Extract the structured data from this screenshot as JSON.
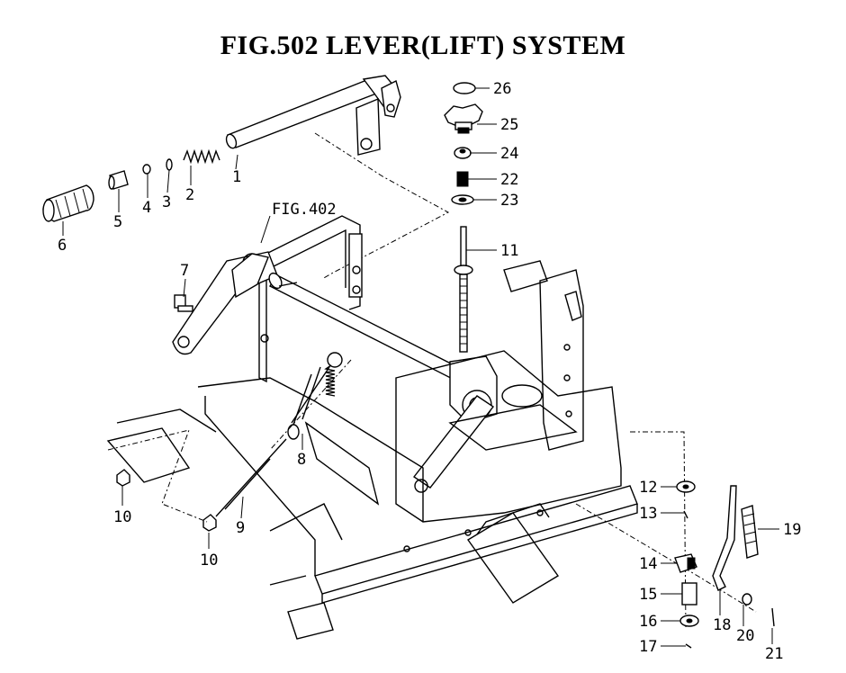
{
  "title": "FIG.502  LEVER(LIFT) SYSTEM",
  "reference": "FIG.402",
  "callouts": [
    {
      "id": "c1",
      "label": "1"
    },
    {
      "id": "c2",
      "label": "2"
    },
    {
      "id": "c3",
      "label": "3"
    },
    {
      "id": "c4",
      "label": "4"
    },
    {
      "id": "c5",
      "label": "5"
    },
    {
      "id": "c6",
      "label": "6"
    },
    {
      "id": "c7",
      "label": "7"
    },
    {
      "id": "c8",
      "label": "8"
    },
    {
      "id": "c9",
      "label": "9"
    },
    {
      "id": "c10a",
      "label": "10"
    },
    {
      "id": "c10b",
      "label": "10"
    },
    {
      "id": "c11",
      "label": "11"
    },
    {
      "id": "c12",
      "label": "12"
    },
    {
      "id": "c13",
      "label": "13"
    },
    {
      "id": "c14",
      "label": "14"
    },
    {
      "id": "c15",
      "label": "15"
    },
    {
      "id": "c16",
      "label": "16"
    },
    {
      "id": "c17",
      "label": "17"
    },
    {
      "id": "c18",
      "label": "18"
    },
    {
      "id": "c19",
      "label": "19"
    },
    {
      "id": "c20",
      "label": "20"
    },
    {
      "id": "c21",
      "label": "21"
    },
    {
      "id": "c22",
      "label": "22"
    },
    {
      "id": "c23",
      "label": "23"
    },
    {
      "id": "c24",
      "label": "24"
    },
    {
      "id": "c25",
      "label": "25"
    },
    {
      "id": "c26",
      "label": "26"
    }
  ]
}
